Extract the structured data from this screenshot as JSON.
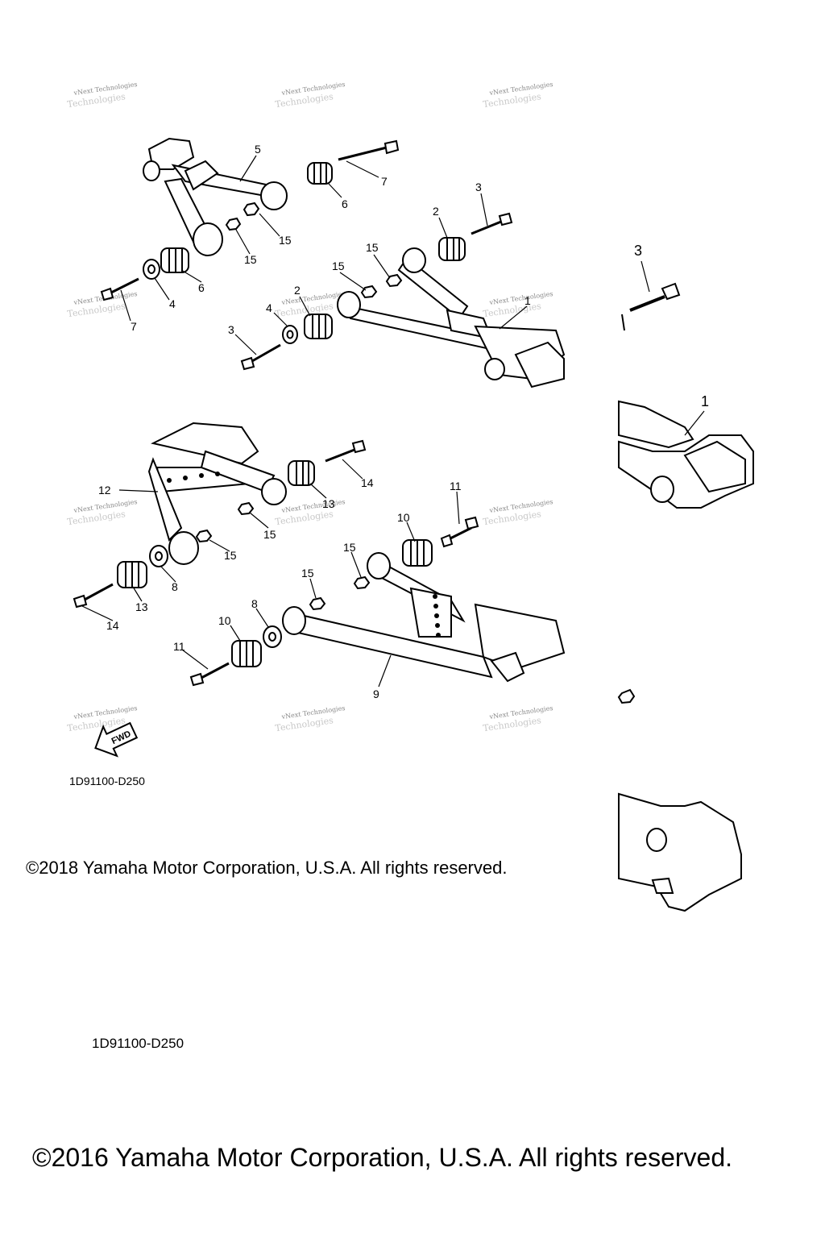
{
  "diagram_code_top": "1D91100-D250",
  "diagram_code_bottom": "1D91100-D250",
  "copyright_2018": "©2018 Yamaha Motor Corporation, U.S.A. All rights reserved.",
  "copyright_2016": "©2016 Yamaha Motor Corporation, U.S.A. All rights reserved.",
  "fwd_label": "FWD",
  "watermark_line1": "vNext Technologies",
  "watermark_line2": "Technologies",
  "callouts": {
    "c5": "5",
    "c7a": "7",
    "c6a": "6",
    "c3a": "3",
    "c2a": "2",
    "c15a": "15",
    "c15b": "15",
    "c15c": "15",
    "c15d": "15",
    "c6b": "6",
    "c4a": "4",
    "c7b": "7",
    "c2b": "2",
    "c4b": "4",
    "c1a": "1",
    "c3b": "3",
    "c14a": "14",
    "c11a": "11",
    "c12": "12",
    "c13a": "13",
    "c10a": "10",
    "c15e": "15",
    "c15f": "15",
    "c15g": "15",
    "c8a": "8",
    "c13b": "13",
    "c14b": "14",
    "c15h": "15",
    "c8b": "8",
    "c10b": "10",
    "c11b": "11",
    "c9": "9",
    "c3c": "3",
    "c1b": "1"
  }
}
